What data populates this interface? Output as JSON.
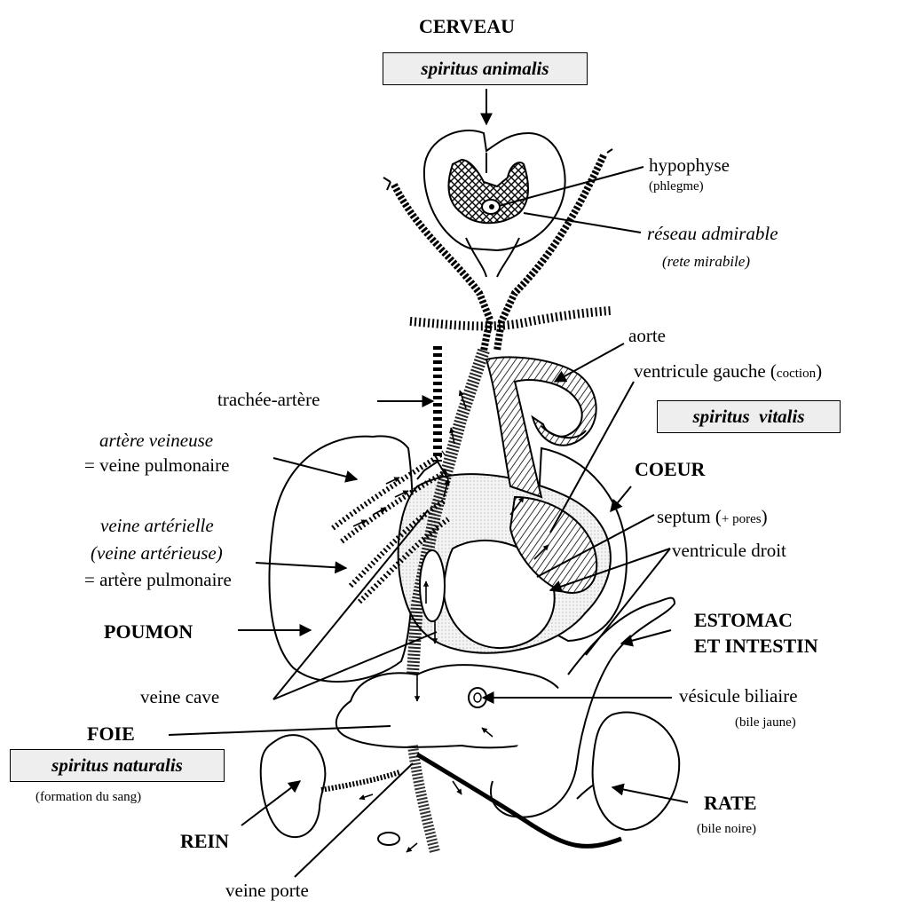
{
  "labels": {
    "cerveau": "CERVEAU",
    "spiritus_animalis": "spiritus animalis",
    "hypophyse": "hypophyse",
    "phlegme": "(phlegme)",
    "reseau_admirable": "réseau admirable",
    "rete_mirabile": "(rete mirabile)",
    "aorte": "aorte",
    "ventricule_gauche": "ventricule gauche (",
    "coction": "coction",
    "ventricule_gauche_close": ")",
    "spiritus_vitalis": "spiritus  vitalis",
    "trachee_artere": "trachée-artère",
    "artere_veineuse": "artère veineuse",
    "veine_pulmonaire": "= veine pulmonaire",
    "coeur": "COEUR",
    "veine_arterielle": "veine artérielle",
    "veine_arterieuse": "(veine artérieuse)",
    "artere_pulmonaire": "= artère pulmonaire",
    "septum": "septum (",
    "pores": "+ pores",
    "septum_close": ")",
    "ventricule_droit": "ventricule droit",
    "poumon": "POUMON",
    "estomac": "ESTOMAC",
    "et_intestin": "ET INTESTIN",
    "veine_cave": "veine cave",
    "vesicule_biliaire": "vésicule biliaire",
    "bile_jaune": "(bile jaune)",
    "foie": "FOIE",
    "spiritus_naturalis": "spiritus naturalis",
    "formation_du_sang": "(formation du sang)",
    "rate": "RATE",
    "bile_noire": "(bile noire)",
    "rein": "REIN",
    "veine_porte": "veine porte"
  }
}
